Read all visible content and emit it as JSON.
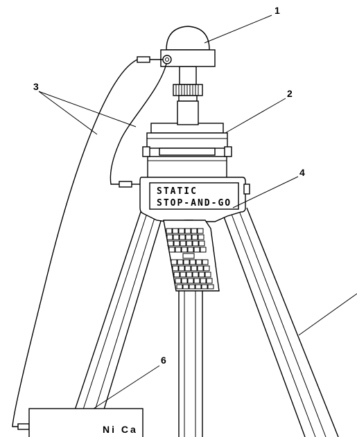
{
  "callouts": {
    "c1": "1",
    "c2": "2",
    "c3": "3",
    "c4": "4",
    "c6": "6"
  },
  "controller_display": {
    "line1": "STATIC",
    "line2": "STOP-AND-GO"
  },
  "battery": {
    "label": "Ni Ca"
  }
}
